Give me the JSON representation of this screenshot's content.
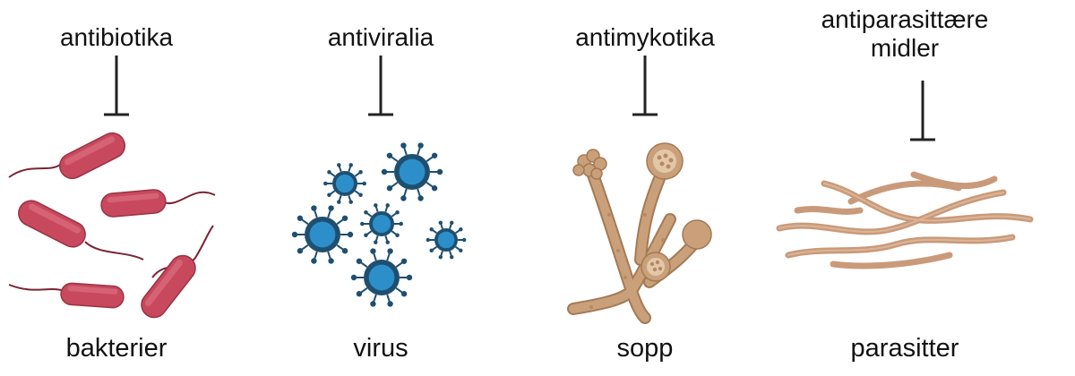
{
  "columns": [
    {
      "drug": "antibiotika",
      "target": "bakterier",
      "icon": "bacteria-illustration"
    },
    {
      "drug": "antiviralia",
      "target": "virus",
      "icon": "virus-illustration"
    },
    {
      "drug": "antimykotika",
      "target": "sopp",
      "icon": "fungus-illustration"
    },
    {
      "drug": "antiparasittære midler",
      "target": "parasitter",
      "icon": "parasite-worms-illustration"
    }
  ],
  "colors": {
    "text": "#111111",
    "inhibitor": "#222222",
    "bacteria": "#c8495d",
    "virus_body": "#2d8fc9",
    "virus_spikes": "#1f4f70",
    "fungus": "#c9a07a",
    "parasite": "#c99a7a"
  }
}
